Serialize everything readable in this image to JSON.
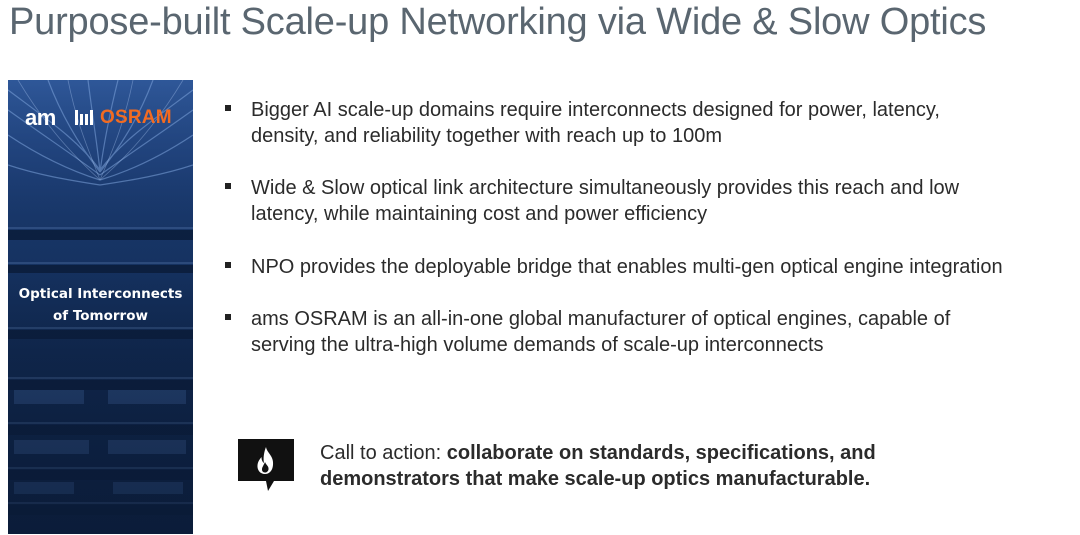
{
  "slide": {
    "title": "Purpose-built Scale-up Networking via Wide & Slow Optics"
  },
  "banner": {
    "brand_ams": "am",
    "brand_osram": "OSRAM",
    "caption_line1": "Optical Interconnects",
    "caption_line2": "of Tomorrow",
    "colors": {
      "background": "#173566",
      "osram_orange": "#f26b21"
    }
  },
  "bullets": [
    {
      "line1": "Bigger AI scale-up domains require interconnects designed for power, latency,",
      "line2": "density, and reliability together with reach up to 100m"
    },
    {
      "line1": "Wide & Slow optical link architecture simultaneously provides this reach and low",
      "line2": "latency, while maintaining cost and power efficiency"
    },
    {
      "line1": "NPO provides the deployable bridge that enables multi-gen optical engine integration",
      "line2": ""
    },
    {
      "line1": "ams OSRAM is an all-in-one global manufacturer of optical engines, capable of",
      "line2": "serving the ultra-high volume demands of scale-up interconnects"
    }
  ],
  "cta": {
    "icon": "flame-speech-bubble-icon",
    "prefix": "Call to action: ",
    "bold_line1": "collaborate on standards, specifications, and",
    "bold_line2": "demonstrators that make scale-up optics manufacturable."
  }
}
